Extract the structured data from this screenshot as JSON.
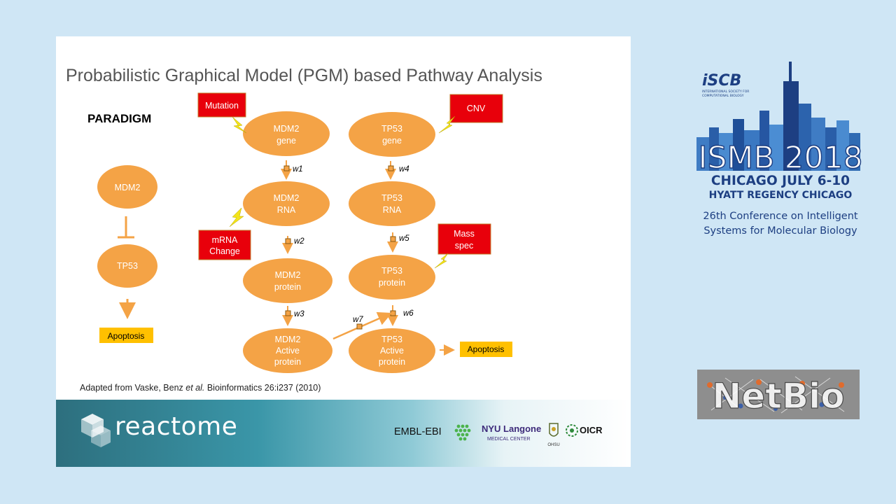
{
  "slide": {
    "title": "Probabilistic Graphical Model (PGM) based Pathway Analysis",
    "paradigm_label": "PARADIGM",
    "paradigm_chain": {
      "top": "MDM2",
      "middle": "TP53",
      "bottom": "Apoptosis"
    },
    "mdm2_nodes": [
      {
        "line1": "MDM2",
        "line2": "gene"
      },
      {
        "line1": "MDM2",
        "line2": "RNA"
      },
      {
        "line1": "MDM2",
        "line2": "protein"
      },
      {
        "line1": "MDM2",
        "line2": "Active",
        "line3": "protein"
      }
    ],
    "tp53_nodes": [
      {
        "line1": "TP53",
        "line2": "gene"
      },
      {
        "line1": "TP53",
        "line2": "RNA"
      },
      {
        "line1": "TP53",
        "line2": "protein"
      },
      {
        "line1": "TP53",
        "line2": "Active",
        "line3": "protein"
      }
    ],
    "evidence": {
      "mutation": "Mutation",
      "mrna_line1": "mRNA",
      "mrna_line2": "Change",
      "cnv": "CNV",
      "mass_line1": "Mass",
      "mass_line2": "spec"
    },
    "weights": {
      "w1": "w1",
      "w2": "w2",
      "w3": "w3",
      "w4": "w4",
      "w5": "w5",
      "w6": "w6",
      "w7": "w7"
    },
    "output_label": "Apoptosis",
    "citation": {
      "prefix": "Adapted from Vaske, Benz ",
      "etal": "et al.",
      "suffix": " Bioinformatics 26:i237 (2010)"
    }
  },
  "footer": {
    "brand": "reactome",
    "partners": {
      "embl": "EMBL-EBI",
      "nyu_line1": "NYU Langone",
      "nyu_line2": "MEDICAL CENTER",
      "ohsu": "OHSU",
      "oicr": "OICR"
    }
  },
  "conference": {
    "society": "iSCB",
    "society_full_1": "INTERNATIONAL SOCIETY FOR",
    "society_full_2": "COMPUTATIONAL BIOLOGY",
    "event": "ISMB 2018",
    "city_dates": "CHICAGO  JULY 6-10",
    "venue": "HYATT REGENCY CHICAGO",
    "subtitle_1": "26th Conference on Intelligent",
    "subtitle_2": "Systems for Molecular Biology"
  },
  "sponsor": {
    "name": "NetBio"
  },
  "colors": {
    "node_fill": "#f4a346",
    "evidence_fill": "#e8000b",
    "label_fill": "#ffc000",
    "page_bg": "#cfe6f5"
  }
}
